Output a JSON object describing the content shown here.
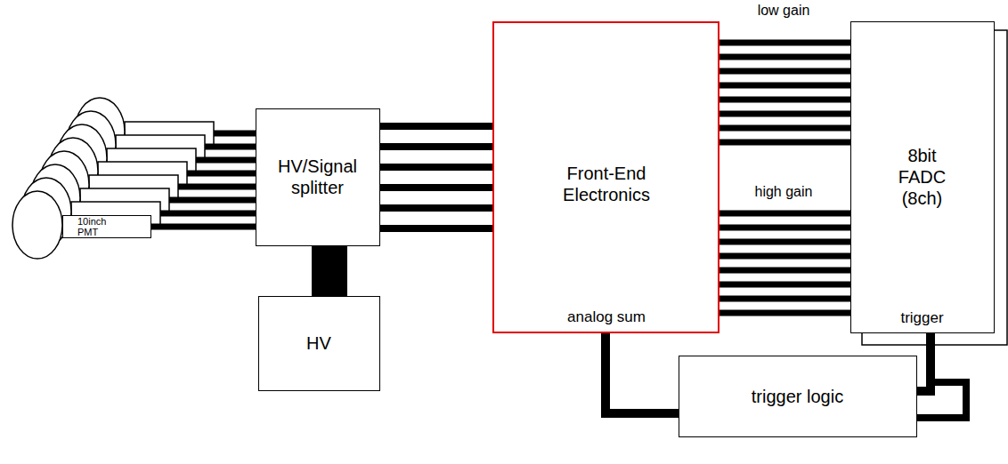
{
  "diagram": {
    "nodes": [
      {
        "text": [
          "10inch PMT"
        ]
      },
      {
        "text": [
          "HV/Signal splitter"
        ]
      },
      {
        "text": [
          "HV"
        ]
      },
      {
        "text": [
          "Front-End Electronics",
          "analog sum"
        ]
      },
      {
        "text": [
          "8bit FADC (8ch)",
          "trigger"
        ]
      },
      {
        "text": [
          "trigger logic"
        ]
      }
    ],
    "edges": [
      {
        "from": 0,
        "to": 1,
        "arrow": "none"
      },
      {
        "from": 1,
        "to": 2,
        "arrow": "none"
      },
      {
        "from": 1,
        "to": 3,
        "arrow": "none"
      },
      {
        "from": 3,
        "to": 4,
        "arrow": "none"
      },
      {
        "from": 3,
        "to": 4,
        "arrow": "none"
      },
      {
        "from": 3,
        "to": 5,
        "arrow": "none"
      },
      {
        "from": 5,
        "to": 4,
        "arrow": "none"
      }
    ],
    "labels": [
      "low gain",
      "high gain"
    ]
  }
}
